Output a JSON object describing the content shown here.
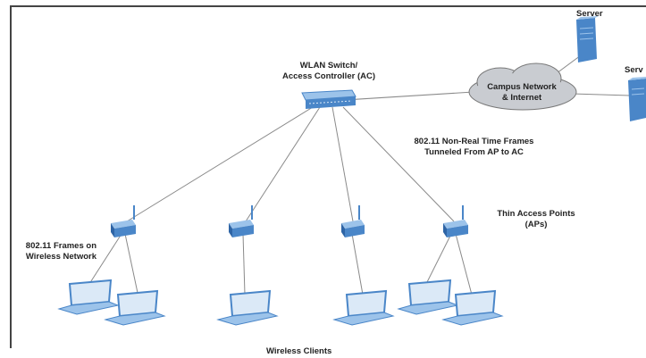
{
  "labels": {
    "server_top": "Server",
    "server_right": "Serv",
    "wlan_line1": "WLAN Switch/",
    "wlan_line2": "Access Controller (AC)",
    "cloud_line1": "Campus Network",
    "cloud_line2": "& Internet",
    "nonrt_line1": "802.11 Non-Real Time Frames",
    "nonrt_line2": "Tunneled From AP to AC",
    "thin_line1": "Thin Access Points",
    "thin_line2": "(APs)",
    "frames_line1": "802.11 Frames on",
    "frames_line2": "Wireless Network",
    "clients": "Wireless Clients"
  },
  "colors": {
    "device_blue": "#4a86c8",
    "device_blue_light": "#9cc3ea",
    "cloud_gray": "#c9ccd1",
    "wire": "#8a8a8a"
  }
}
